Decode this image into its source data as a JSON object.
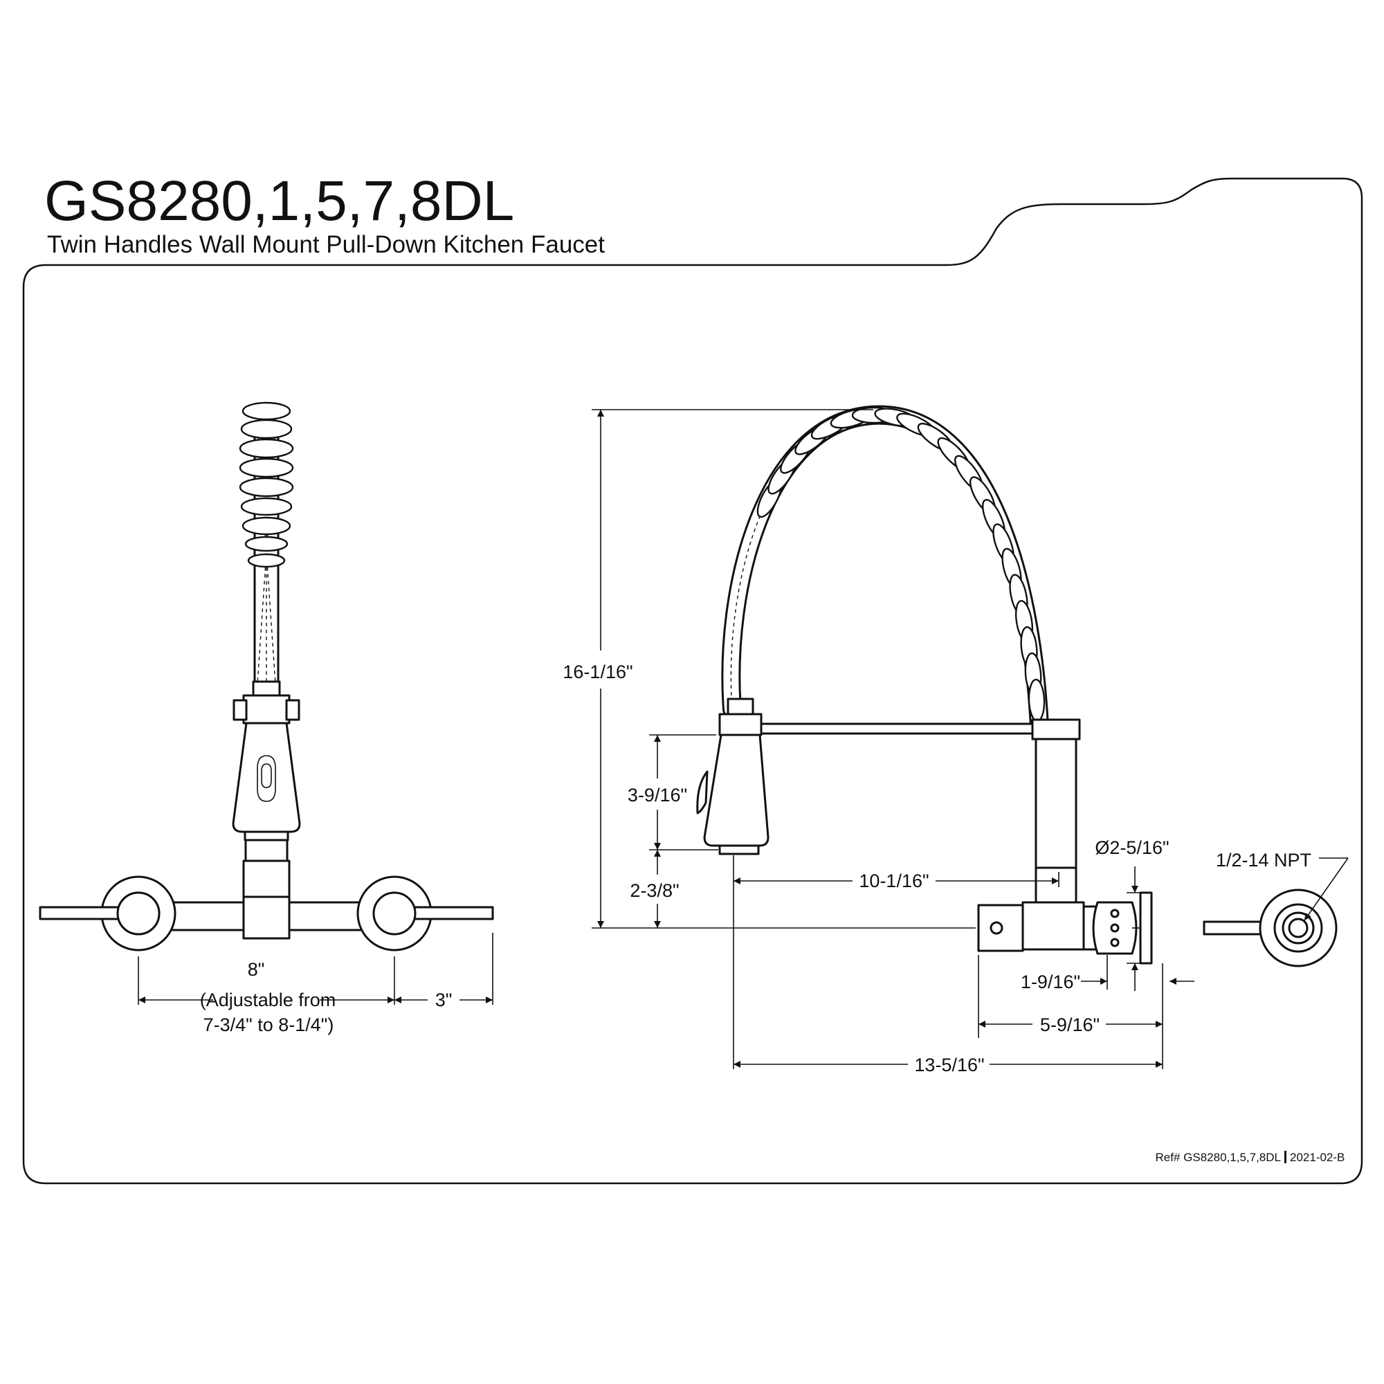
{
  "header": {
    "model": "GS8280,1,5,7,8DL",
    "description": "Twin Handles Wall Mount Pull-Down Kitchen Faucet"
  },
  "front_view": {
    "center_to_center": "8\"",
    "adjustable_line1": "(Adjustable from",
    "adjustable_line2": "7-3/4\" to 8-1/4\")",
    "handle_length": "3\""
  },
  "side_view": {
    "height": "16-1/16\"",
    "sprayer_height": "3-9/16\"",
    "spout_clearance": "2-3/8\"",
    "spout_reach": "10-1/16\"",
    "flange_diameter": "Ø2-5/16\"",
    "flange_offset": "1-9/16\"",
    "body_depth": "5-9/16\"",
    "overall_depth": "13-5/16\""
  },
  "end_view": {
    "thread": "1/2-14 NPT"
  },
  "footer": {
    "reference": "Ref# GS8280,1,5,7,8DL",
    "revision": "2021-02-B"
  }
}
